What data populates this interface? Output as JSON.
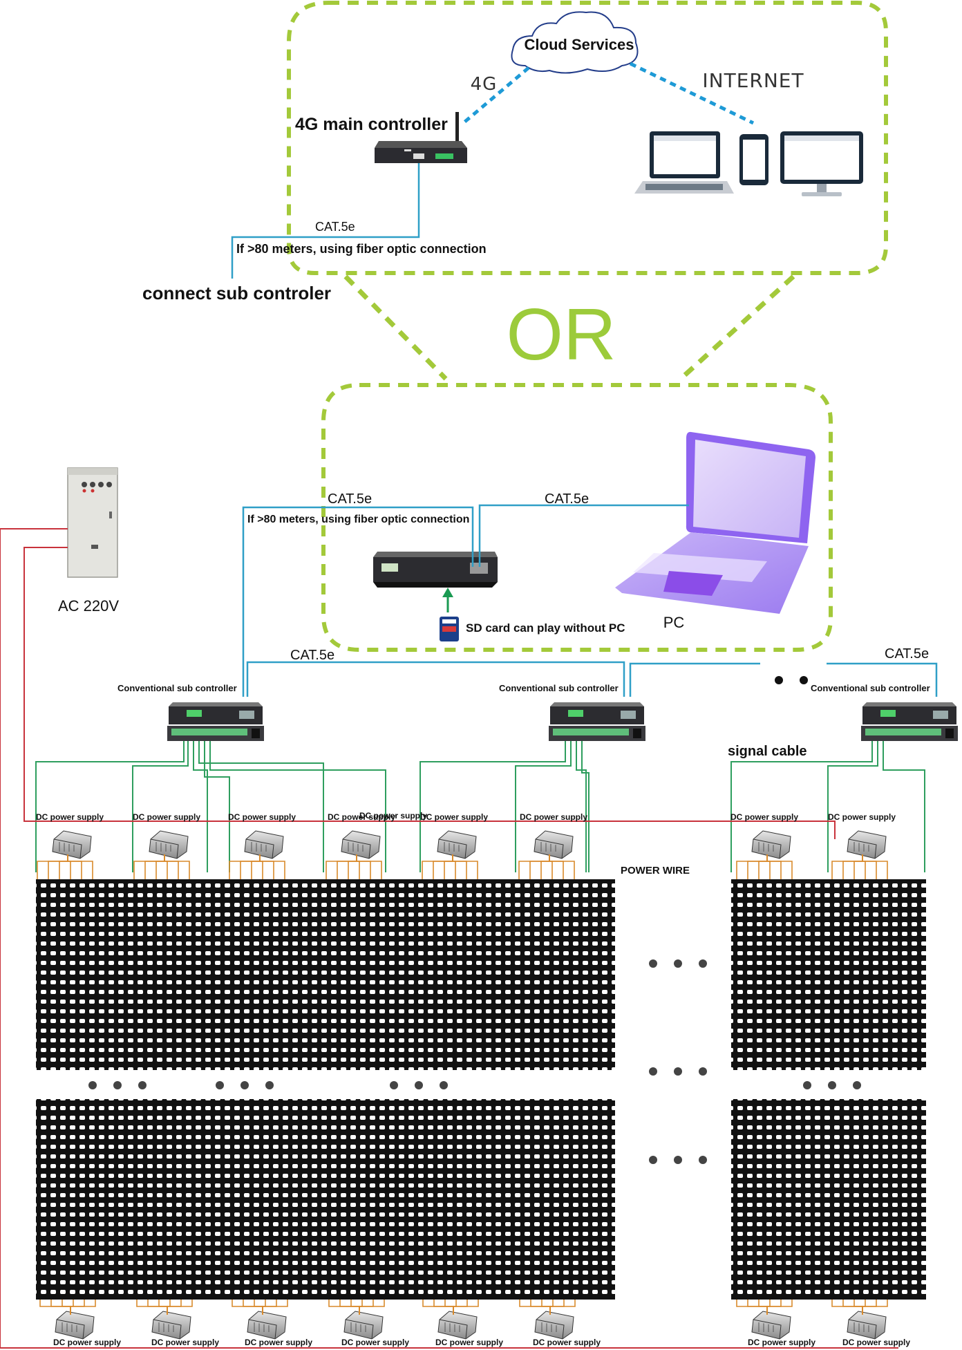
{
  "cloud": {
    "label": "Cloud Services",
    "link_4g": "4G",
    "link_internet": "INTERNET"
  },
  "main_4g": {
    "label": "4G main controller",
    "cable_label": "CAT.5e",
    "fiber_note": "If >80 meters, using fiber optic connection",
    "connect_label": "connect sub controler"
  },
  "or_label": "OR",
  "pc_group": {
    "cable_left": "CAT.5e",
    "cable_right": "CAT.5e",
    "fiber_note": "If >80 meters, using fiber optic connection",
    "sd_note": "SD card can play without PC",
    "pc_label": "PC",
    "bus_left": "CAT.5e",
    "bus_right": "CAT.5e"
  },
  "ac_label": "AC 220V",
  "sub_controllers": [
    {
      "label": "Conventional sub controller"
    },
    {
      "label": "Conventional sub controller"
    },
    {
      "label": "Conventional sub controller"
    }
  ],
  "signal_cable_label": "signal cable",
  "power_wire_label": "POWER WIRE",
  "psu_top": [
    {
      "label": "DC power supply"
    },
    {
      "label": "DC power supply"
    },
    {
      "label": "DC power supply"
    },
    {
      "label": "DC power supply"
    },
    {
      "label": "DC power supply"
    },
    {
      "label": "DC power supply"
    },
    {
      "label": "DC power supply"
    },
    {
      "label": "DC power supply"
    },
    {
      "label": "DC power supply"
    }
  ],
  "psu_bottom": [
    {
      "label": "DC power supply"
    },
    {
      "label": "DC power supply"
    },
    {
      "label": "DC power supply"
    },
    {
      "label": "DC power supply"
    },
    {
      "label": "DC power supply"
    },
    {
      "label": "DC power supply"
    },
    {
      "label": "DC power supply"
    },
    {
      "label": "DC power supply"
    }
  ],
  "colors": {
    "dash_green": "#a3c93a",
    "cloud_link": "#1e9ad6",
    "signal_blue": "#2f9fc7",
    "signal_green": "#2e9e5e",
    "power_red": "#c8323b",
    "orange_wire": "#d98a2b",
    "or_green": "#9ccb3b"
  },
  "icons": [
    "cloud-icon",
    "antenna-icon",
    "laptop-icon",
    "phone-icon",
    "monitor-icon",
    "controller-icon",
    "sd-card-icon",
    "electrical-cabinet-icon",
    "power-supply-icon",
    "led-grid-icon",
    "arrow-up-icon"
  ]
}
